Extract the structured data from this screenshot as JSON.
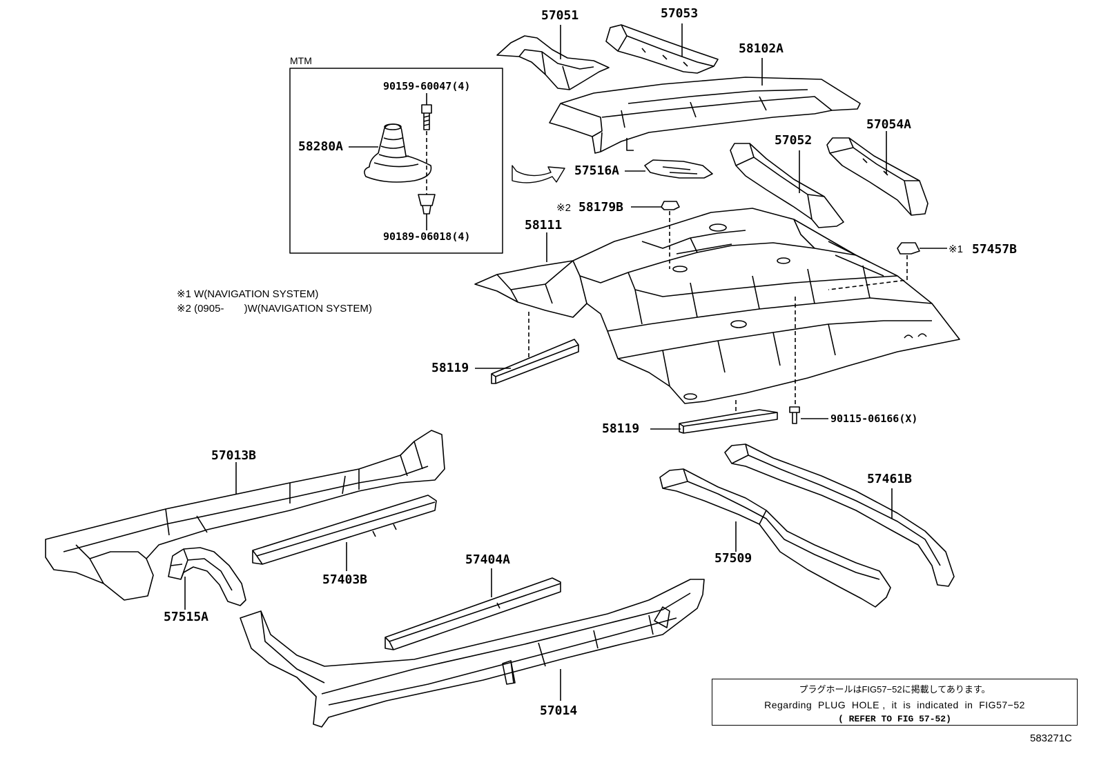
{
  "diagram": {
    "inset_label": "MTM",
    "figure_code": "583271C",
    "notes": [
      "※1 W(NAVIGATION SYSTEM)",
      "※2 (0905-       )W(NAVIGATION SYSTEM)"
    ],
    "reference_box": {
      "line1": "プラグホールはFIG57−52に掲載してあります。",
      "line2": "Regarding  PLUG  HOLE ,  it  is  indicated  in  FIG57−52",
      "line3": "( REFER TO FIG 57-52)"
    },
    "parts": {
      "p57051": "57051",
      "p57053": "57053",
      "p58102A": "58102A",
      "p90159": "90159-60047(4)",
      "p58280A": "58280A",
      "p90189": "90189-06018(4)",
      "p57052": "57052",
      "p57054A": "57054A",
      "p57516A": "57516A",
      "p58179B_mark": "※2",
      "p58179B": "58179B",
      "p58111": "58111",
      "p57457B_mark": "※1",
      "p57457B": "57457B",
      "p58119a": "58119",
      "p58119b": "58119",
      "p90115": "90115-06166(X)",
      "p57013B": "57013B",
      "p57461B": "57461B",
      "p57403B": "57403B",
      "p57509": "57509",
      "p57404A": "57404A",
      "p57515A": "57515A",
      "p57014": "57014"
    }
  }
}
